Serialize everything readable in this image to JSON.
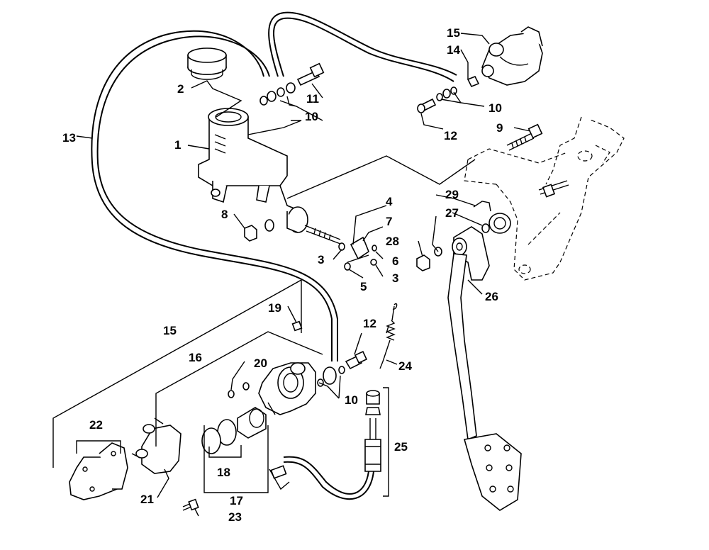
{
  "diagram": {
    "labels": {
      "l1": "1",
      "l2": "2",
      "l3a": "3",
      "l3b": "3",
      "l4": "4",
      "l5": "5",
      "l6": "6",
      "l7": "7",
      "l8": "8",
      "l9": "9",
      "l10a": "10",
      "l10b": "10",
      "l10c": "10",
      "l11": "11",
      "l12a": "12",
      "l12b": "12",
      "l13": "13",
      "l14": "14",
      "l15a": "15",
      "l15b": "15",
      "l16": "16",
      "l17": "17",
      "l18": "18",
      "l19": "19",
      "l20": "20",
      "l21": "21",
      "l22": "22",
      "l23": "23",
      "l24": "24",
      "l25": "25",
      "l26": "26",
      "l27": "27",
      "l28": "28",
      "l29": "29"
    }
  }
}
